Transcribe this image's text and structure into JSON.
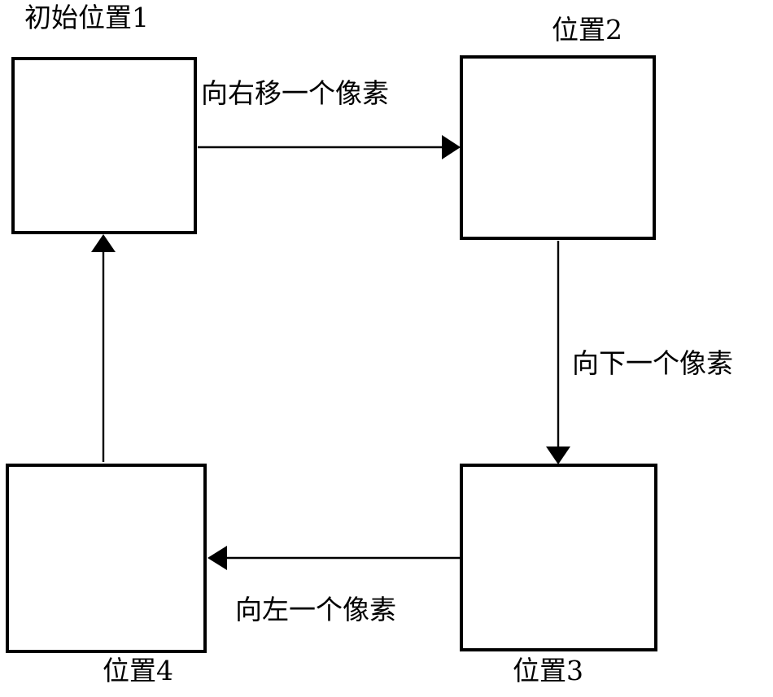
{
  "diagram": {
    "title_label": "初始位置1",
    "type": "flow-cycle",
    "background_color": "#ffffff",
    "line_color": "#000000",
    "box_border_color": "#000000",
    "nodes": [
      {
        "id": "box1",
        "label": "初始位置1",
        "label_position": "above-left"
      },
      {
        "id": "box2",
        "label": "位置2",
        "label_position": "above-center"
      },
      {
        "id": "box3",
        "label": "位置3",
        "label_position": "below-center"
      },
      {
        "id": "box4",
        "label": "位置4",
        "label_position": "below-center"
      }
    ],
    "edges": [
      {
        "id": "edge-right",
        "from": "box1",
        "to": "box2",
        "label": "向右移一个像素",
        "direction": "right"
      },
      {
        "id": "edge-down",
        "from": "box2",
        "to": "box3",
        "label": "向下一个像素",
        "direction": "down"
      },
      {
        "id": "edge-left",
        "from": "box3",
        "to": "box4",
        "label": "向左一个像素",
        "direction": "left"
      },
      {
        "id": "edge-up",
        "from": "box4",
        "to": "box1",
        "label": "",
        "direction": "up"
      }
    ]
  }
}
